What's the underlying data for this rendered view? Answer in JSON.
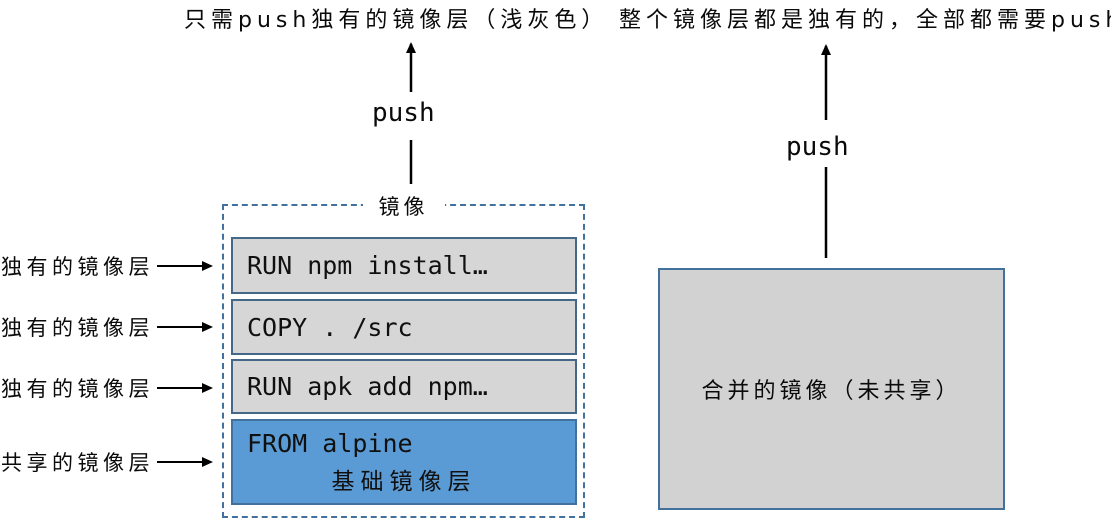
{
  "captions": {
    "left": "只需push独有的镜像层（浅灰色）",
    "right": "整个镜像层都是独有的，全部都需要push"
  },
  "push": {
    "left_label": "push",
    "right_label": "push"
  },
  "image_group": {
    "title": "镜像",
    "layers": [
      {
        "text": "RUN npm install…"
      },
      {
        "text": "COPY . /src"
      },
      {
        "text": "RUN apk add npm…"
      },
      {
        "text": "FROM alpine",
        "sublabel": "基础镜像层"
      }
    ]
  },
  "side_labels": [
    {
      "text": "独有的镜像层"
    },
    {
      "text": "独有的镜像层"
    },
    {
      "text": "独有的镜像层"
    },
    {
      "text": "共享的镜像层"
    }
  ],
  "merged_box": {
    "label": "合并的镜像（未共享）"
  },
  "colors": {
    "layer_gray_fill": "#d6d6d6",
    "layer_gray_border": "#456888",
    "shared_layer_fill": "#5b9bd5",
    "shared_layer_border": "#41719c",
    "dashed_border": "#41719c",
    "merged_fill": "#d2d2d2",
    "merged_border": "#41719c",
    "arrow_color": "#000000"
  }
}
